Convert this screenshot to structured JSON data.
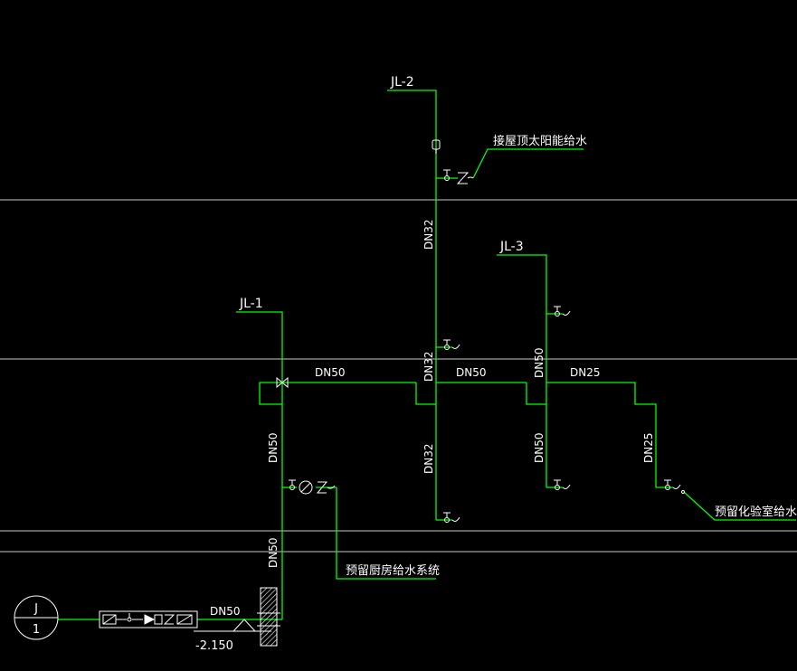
{
  "labels": {
    "jl1": "JL-1",
    "jl2": "JL-2",
    "jl3": "JL-3",
    "roof_solar": "接屋顶太阳能给水",
    "lab_supply": "预留化验室给水",
    "kitchen_supply": "预留厨房给水系统",
    "circle_top": "J",
    "circle_bottom": "1",
    "elevation": "-2.150"
  },
  "pipe_sizes": {
    "main_left": "DN50",
    "main_mid": "DN50",
    "main_right": "DN25",
    "entry": "DN50",
    "jl1_upper": "DN50",
    "jl1_lower": "DN50",
    "jl2_upper": "DN32",
    "jl2_mid": "DN32",
    "jl2_lower": "DN32",
    "jl3_upper": "DN50",
    "jl3_lower": "DN50",
    "lab_branch": "DN25"
  },
  "colors": {
    "background": "#000000",
    "pipe": "#00ff00",
    "text": "#ffffff",
    "floor_line": "#c8c8c8"
  }
}
